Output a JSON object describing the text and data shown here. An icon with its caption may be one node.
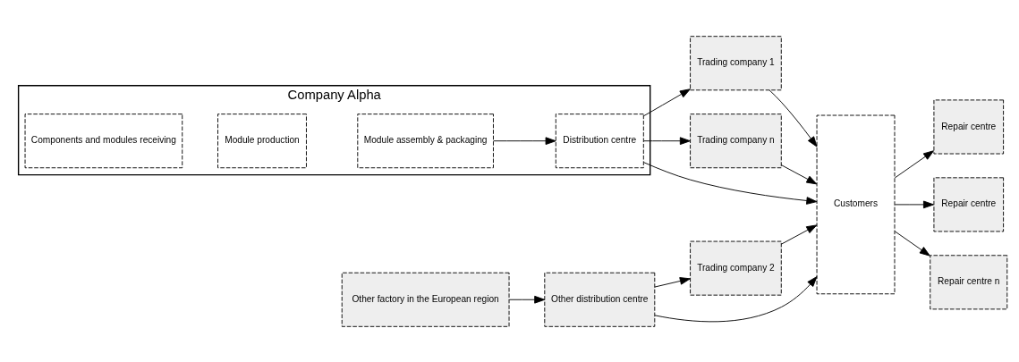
{
  "diagram": {
    "nodes": [
      {
        "text": [
          "Company Alpha"
        ]
      },
      {
        "text": [
          "Components and modules receiving"
        ],
        "in": 0
      },
      {
        "text": [
          "Module production"
        ],
        "in": 0
      },
      {
        "text": [
          "Module assembly & packaging"
        ],
        "in": 0
      },
      {
        "text": [
          "Distribution centre"
        ],
        "in": 0
      },
      {
        "text": [
          "Other factory in the European region"
        ]
      },
      {
        "text": [
          "Other distribution centre"
        ]
      },
      {
        "text": [
          "Trading company 1"
        ]
      },
      {
        "text": [
          "Trading company 2"
        ]
      },
      {
        "text": [
          "Trading company n"
        ]
      },
      {
        "text": [
          "Customers"
        ]
      },
      {
        "text": [
          "Repair centre"
        ]
      },
      {
        "text": [
          "Repair centre"
        ]
      },
      {
        "text": [
          "Repair centre n"
        ]
      }
    ],
    "edges": [
      {
        "from": 3,
        "to": 4,
        "arrow": "to"
      },
      {
        "from": 4,
        "to": 7,
        "arrow": "to"
      },
      {
        "from": 4,
        "to": 10,
        "arrow": "to"
      },
      {
        "from": 4,
        "to": 9,
        "arrow": "to"
      },
      {
        "from": 5,
        "to": 6,
        "arrow": "to"
      },
      {
        "from": 6,
        "to": 8,
        "arrow": "to"
      },
      {
        "from": 6,
        "to": 10,
        "arrow": "to"
      },
      {
        "from": 7,
        "to": 10,
        "arrow": "to"
      },
      {
        "from": 8,
        "to": 10,
        "arrow": "to"
      },
      {
        "from": 9,
        "to": 10,
        "arrow": "to"
      },
      {
        "from": 10,
        "to": 11,
        "arrow": "to"
      },
      {
        "from": 10,
        "to": 12,
        "arrow": "to"
      },
      {
        "from": 10,
        "to": 13,
        "arrow": "to"
      }
    ]
  }
}
